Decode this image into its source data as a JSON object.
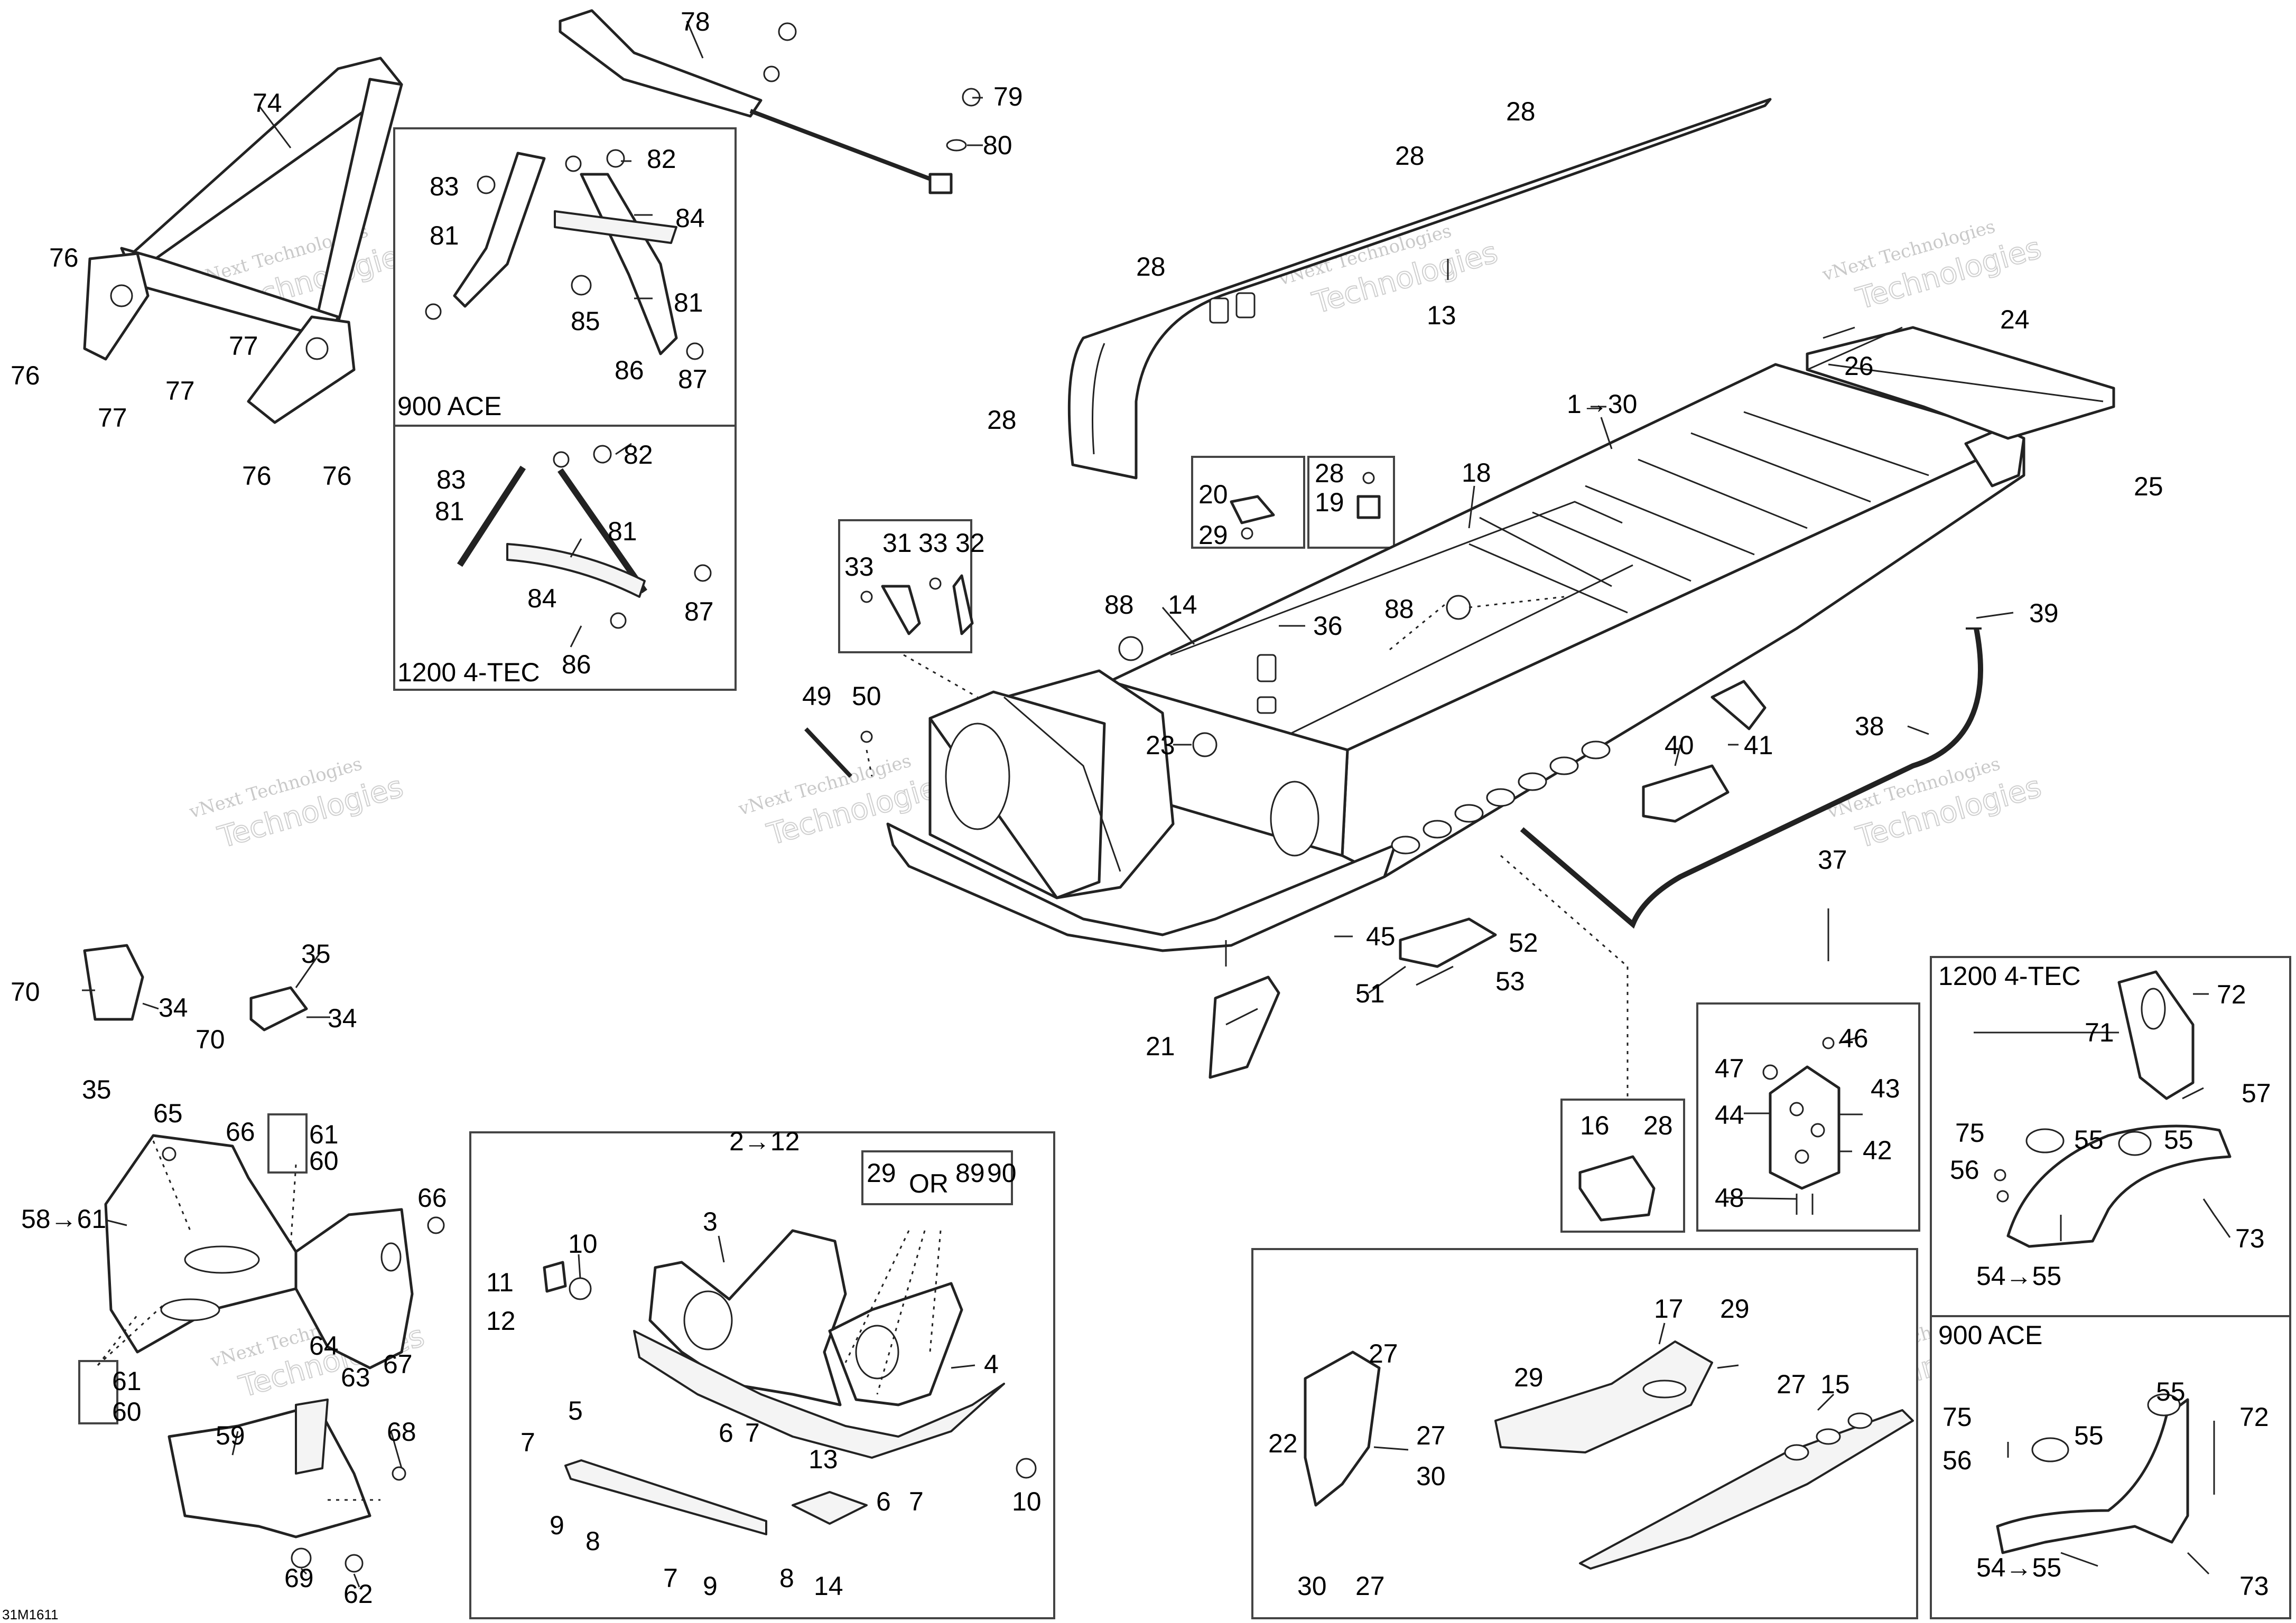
{
  "document_id": "31M1611",
  "watermark": {
    "line1": "vNext Technologies",
    "line2": "Technologies"
  },
  "labels": {
    "n1_30": "1→30",
    "n2_12": "2→12",
    "n3": "3",
    "n4": "4",
    "n5": "5",
    "n6": "6",
    "n7": "7",
    "n8": "8",
    "n9": "9",
    "n10": "10",
    "n11": "11",
    "n12": "12",
    "n13": "13",
    "n14": "14",
    "n15": "15",
    "n16": "16",
    "n17": "17",
    "n18": "18",
    "n19": "19",
    "n20": "20",
    "n21": "21",
    "n22": "22",
    "n23": "23",
    "n24": "24",
    "n25": "25",
    "n26": "26",
    "n27": "27",
    "n28": "28",
    "n29": "29",
    "n30": "30",
    "n31": "31",
    "n32": "32",
    "n33": "33",
    "n34": "34",
    "n35": "35",
    "n36": "36",
    "n37": "37",
    "n38": "38",
    "n39": "39",
    "n40": "40",
    "n41": "41",
    "n42": "42",
    "n43": "43",
    "n44": "44",
    "n45": "45",
    "n46": "46",
    "n47": "47",
    "n48": "48",
    "n49": "49",
    "n50": "50",
    "n51": "51",
    "n52": "52",
    "n53": "53",
    "n54_55": "54→55",
    "n55": "55",
    "n56": "56",
    "n57": "57",
    "n58_61": "58→61",
    "n59": "59",
    "n60": "60",
    "n61": "61",
    "n62": "62",
    "n63": "63",
    "n64": "64",
    "n65": "65",
    "n66": "66",
    "n67": "67",
    "n68": "68",
    "n69": "69",
    "n70": "70",
    "n71": "71",
    "n72": "72",
    "n73": "73",
    "n74": "74",
    "n75": "75",
    "n76": "76",
    "n77": "77",
    "n78": "78",
    "n79": "79",
    "n80": "80",
    "n81": "81",
    "n82": "82",
    "n83": "83",
    "n84": "84",
    "n85": "85",
    "n86": "86",
    "n87": "87",
    "n88": "88",
    "n89": "89",
    "n90": "90",
    "or": "OR"
  },
  "box_titles": {
    "engine_900": "900 ACE",
    "engine_1200": "1200 4-TEC"
  }
}
